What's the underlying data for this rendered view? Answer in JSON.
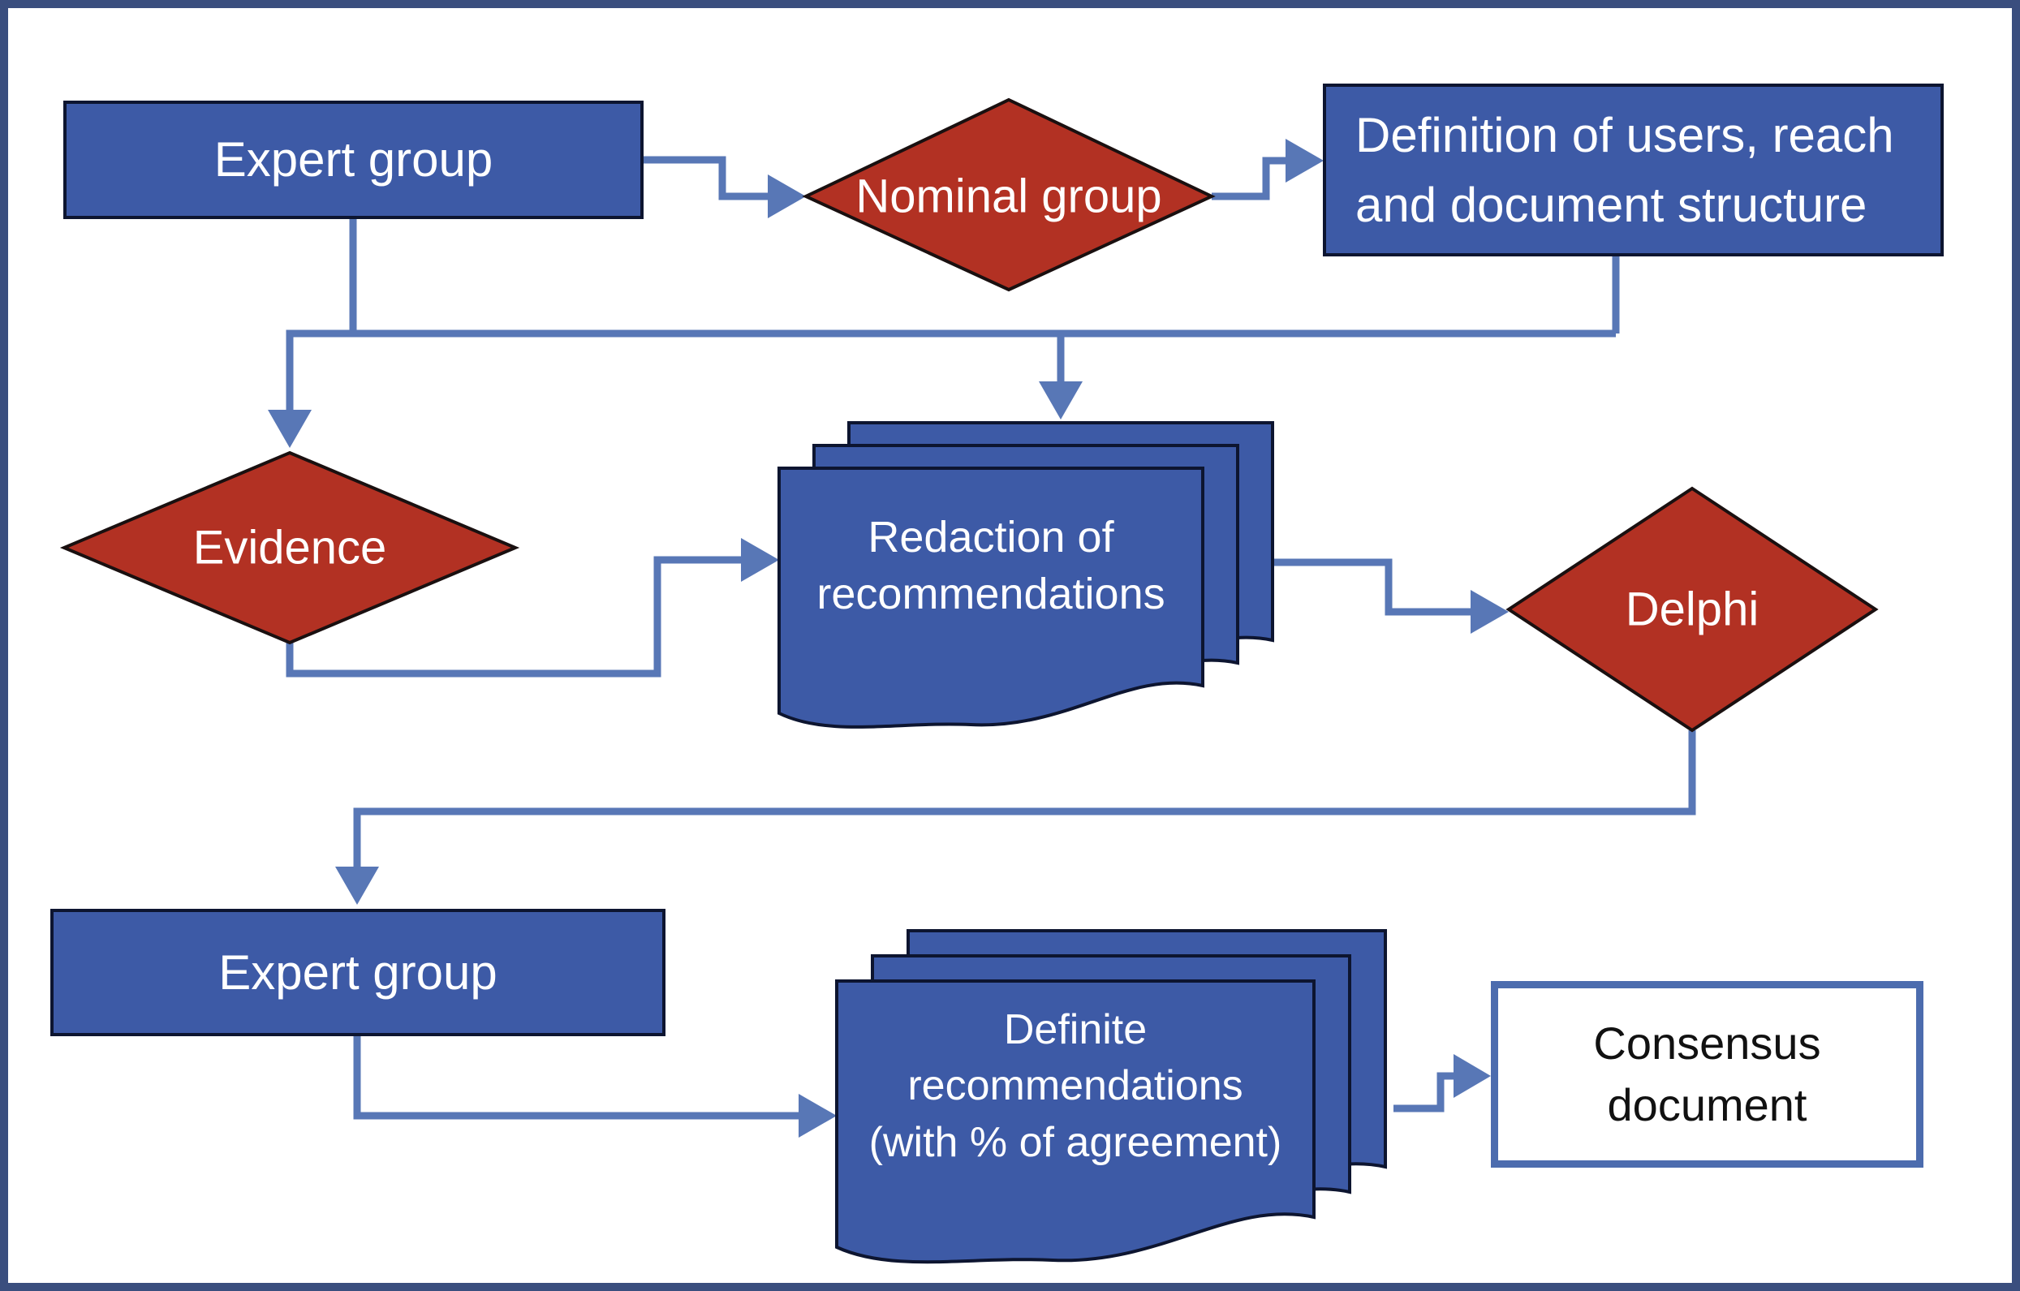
{
  "figure": {
    "type": "flowchart",
    "description": "Consensus document development process flow diagram"
  },
  "colors": {
    "node_fill": "#3d5aa6",
    "node_border": "#0d1530",
    "decision_fill": "#b23123",
    "decision_border": "#1a1010",
    "connector": "#5877b6",
    "frame": "#3a4e7e",
    "outline_box_border": "#4c6cae",
    "text_light": "#ffffff",
    "text_dark": "#111111",
    "canvas_bg": "#ffffff"
  },
  "nodes": {
    "expert_group_top": {
      "shape": "rectangle",
      "label": "Expert group"
    },
    "nominal_group": {
      "shape": "diamond",
      "label": "Nominal group"
    },
    "definition": {
      "shape": "rectangle",
      "line1": "Definition of users, reach",
      "line2": "and document structure"
    },
    "evidence": {
      "shape": "diamond",
      "label": "Evidence"
    },
    "redaction": {
      "shape": "document-stack",
      "line1": "Redaction of",
      "line2": "recommendations"
    },
    "delphi": {
      "shape": "diamond",
      "label": "Delphi"
    },
    "expert_group_bottom": {
      "shape": "rectangle",
      "label": "Expert group"
    },
    "definite": {
      "shape": "document-stack",
      "line1": "Definite",
      "line2": "recommendations",
      "line3": "(with % of agreement)"
    },
    "consensus": {
      "shape": "outlined-rectangle",
      "line1": "Consensus",
      "line2": "document"
    }
  },
  "connections": [
    {
      "from": "expert_group_top",
      "to": "nominal_group"
    },
    {
      "from": "nominal_group",
      "to": "definition"
    },
    {
      "from": "expert_group_top",
      "to": "evidence"
    },
    {
      "from": "definition",
      "to": "evidence"
    },
    {
      "from": "definition",
      "to": "redaction"
    },
    {
      "from": "evidence",
      "to": "redaction"
    },
    {
      "from": "redaction",
      "to": "delphi"
    },
    {
      "from": "delphi",
      "to": "expert_group_bottom"
    },
    {
      "from": "expert_group_bottom",
      "to": "definite"
    },
    {
      "from": "definite",
      "to": "consensus"
    }
  ]
}
